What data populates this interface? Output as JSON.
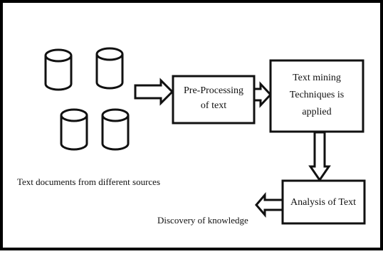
{
  "colors": {
    "frame": "#000000",
    "background": "#ffffff",
    "stroke": "#111111"
  },
  "diagram": {
    "sources_label": "Text documents from different sources",
    "preprocessing_box": {
      "line1": "Pre-Processing",
      "line2": "of text"
    },
    "mining_box": {
      "line1": "Text mining",
      "line2": "Techniques is",
      "line3": "applied"
    },
    "analysis_box": {
      "label": "Analysis of Text"
    },
    "output_label": "Discovery of knowledge",
    "source_icons": [
      "database-cylinder",
      "database-cylinder",
      "database-cylinder",
      "database-cylinder"
    ]
  }
}
